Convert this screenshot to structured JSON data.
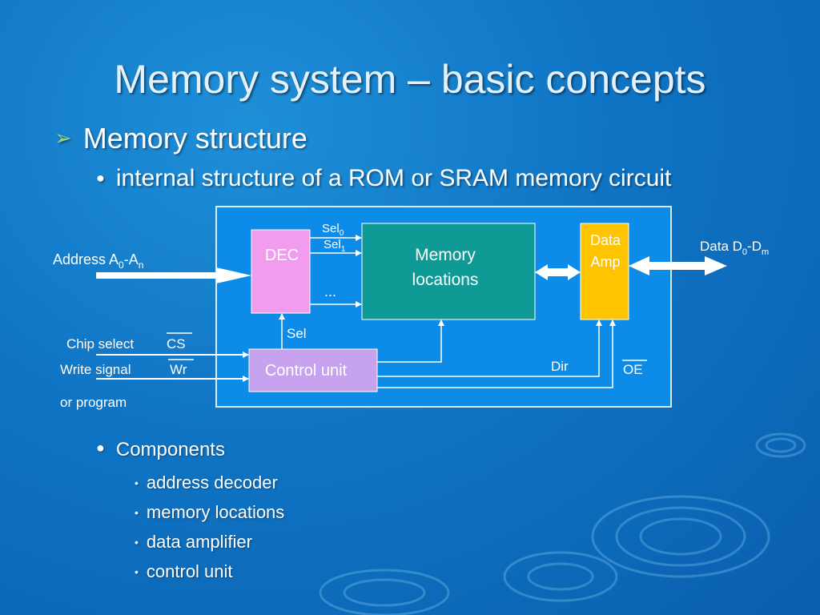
{
  "slide": {
    "title": "Memory system – basic concepts",
    "bullet1": "Memory structure",
    "bullet2": "internal structure of a ROM or SRAM memory circuit",
    "components_heading": "Components",
    "components": [
      "address decoder",
      "memory locations",
      "data amplifier",
      "control unit"
    ]
  },
  "diagram": {
    "dec_label": "DEC",
    "memory_label_line1": "Memory",
    "memory_label_line2": "locations",
    "data_amp_line1": "Data",
    "data_amp_line2": "Amp",
    "control_label": "Control unit",
    "sel0_base": "Sel",
    "sel0_sub": "0",
    "sel1_base": "Sel",
    "sel1_sub": "1",
    "ellipsis": "...",
    "sel_label": "Sel",
    "dir_label": "Dir",
    "oe_label": "OE",
    "address_base": "Address A",
    "address_sub0": "0",
    "address_mid": "-A",
    "address_subn": "n",
    "data_base": "Data D",
    "data_sub0": "0",
    "data_mid": "-D",
    "data_subm": "m",
    "chip_select": "Chip select",
    "cs_label": "CS",
    "write_signal": "Write signal",
    "wr_label": "Wr",
    "or_program": "or program"
  },
  "colors": {
    "frame_fill": "#0d8be8",
    "dec_fill": "#f29cf0",
    "memory_fill": "#0f9a96",
    "data_amp_fill": "#ffc400",
    "control_fill": "#c7a2ef",
    "bullet_arrow": "#9ed66a"
  }
}
